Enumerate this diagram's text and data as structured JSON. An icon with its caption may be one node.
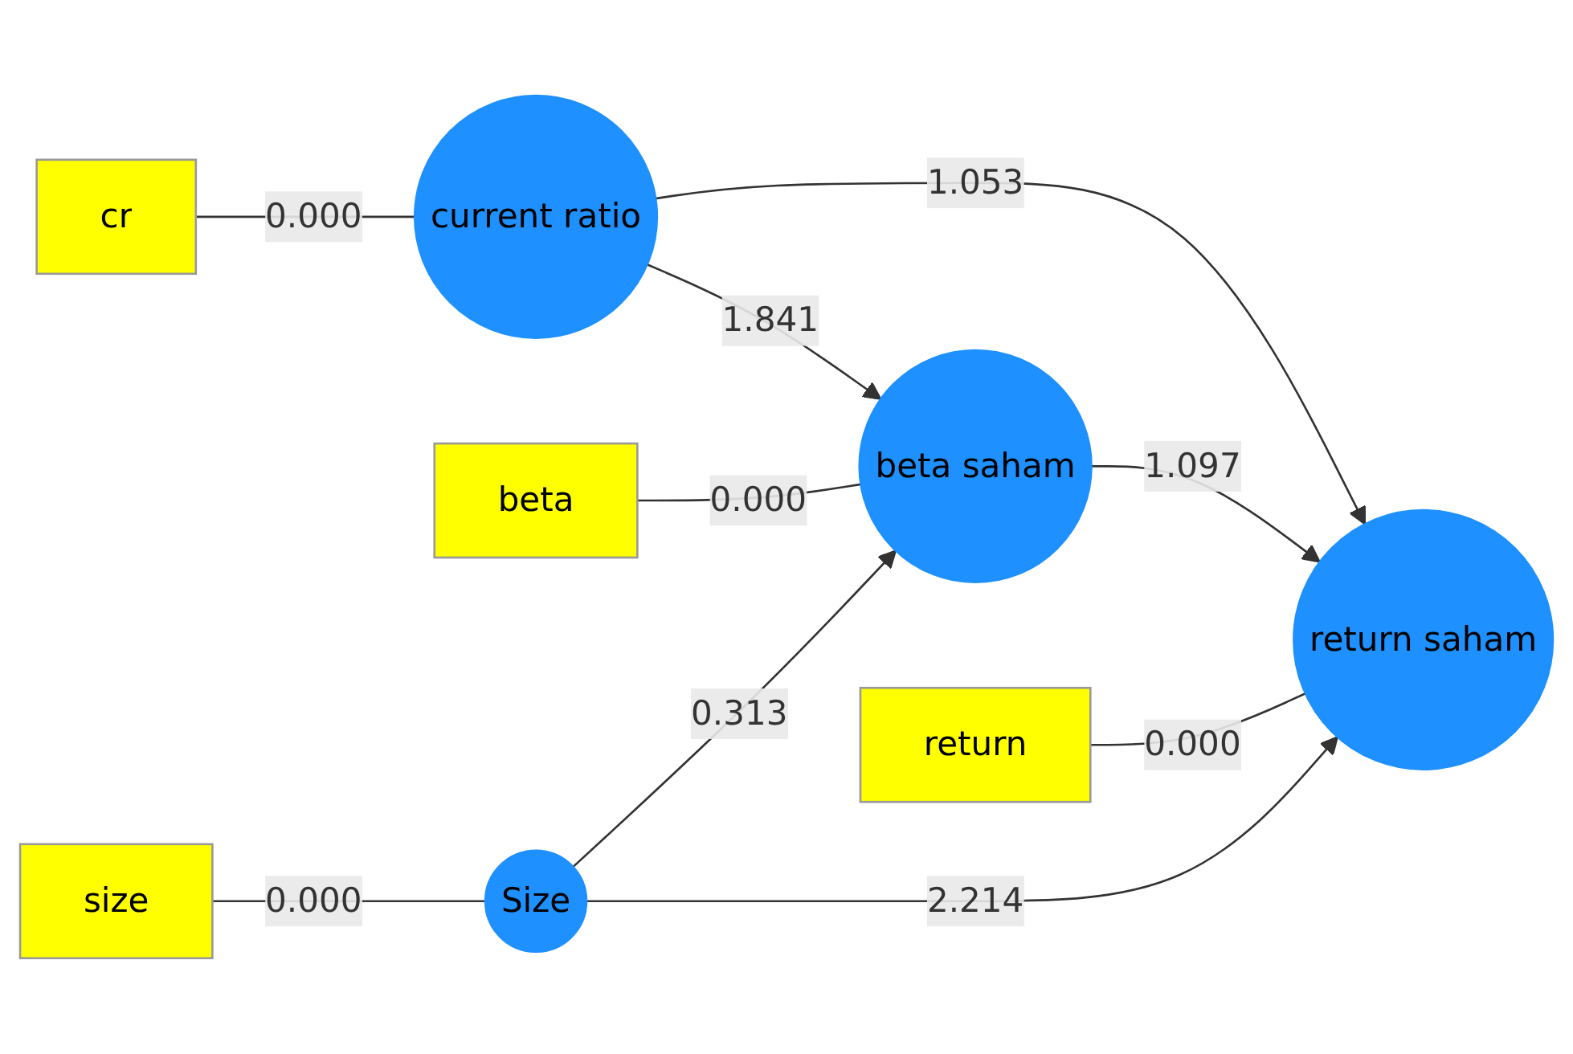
{
  "diagram": {
    "nodes": [
      {
        "text": [
          "cr"
        ]
      },
      {
        "text": [
          "current ratio"
        ]
      },
      {
        "text": [
          "return"
        ]
      },
      {
        "text": [
          "beta"
        ]
      },
      {
        "text": [
          "beta saham"
        ]
      },
      {
        "text": [
          "return saham"
        ]
      },
      {
        "text": [
          "size"
        ]
      },
      {
        "text": [
          "Size"
        ]
      }
    ],
    "edges": [
      {
        "from": 0,
        "to": 1,
        "arrow": "none",
        "label": "0.000"
      },
      {
        "from": 1,
        "to": 4,
        "arrow": "to",
        "label": "1.841"
      },
      {
        "from": 1,
        "to": 5,
        "arrow": "to",
        "label": "1.053"
      },
      {
        "from": 3,
        "to": 4,
        "arrow": "none",
        "label": "0.000"
      },
      {
        "from": 4,
        "to": 5,
        "arrow": "to",
        "label": "1.097"
      },
      {
        "from": 2,
        "to": 5,
        "arrow": "none",
        "label": "0.000"
      },
      {
        "from": 7,
        "to": 4,
        "arrow": "to",
        "label": "0.313"
      },
      {
        "from": 7,
        "to": 5,
        "arrow": "to",
        "label": "2.214"
      },
      {
        "from": 6,
        "to": 7,
        "arrow": "none",
        "label": "0.000"
      }
    ]
  }
}
